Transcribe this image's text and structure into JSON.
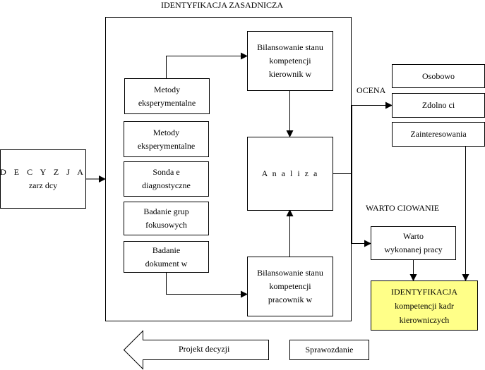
{
  "title": "IDENTYFIKACJA ZASADNICZA",
  "decision": {
    "line1": "D E C Y Z J A",
    "line2": "zarz dcy"
  },
  "methods": [
    {
      "line1": "Metody",
      "line2": "eksperymentalne"
    },
    {
      "line1": "Metody",
      "line2": "eksperymentalne"
    },
    {
      "line1": "Sonda e",
      "line2": "diagnostyczne"
    },
    {
      "line1": "Badanie grup",
      "line2": "fokusowych"
    },
    {
      "line1": "Badanie",
      "line2": "dokument  w"
    }
  ],
  "balance_managers": {
    "line1": "Bilansowanie stanu",
    "line2": "kompetencji",
    "line3": "kierownik  w"
  },
  "analysis": {
    "label": "A n a l i z a"
  },
  "balance_workers": {
    "line1": "Bilansowanie stanu",
    "line2": "kompetencji",
    "line3": "pracownik  w"
  },
  "assessment": {
    "label": "OCENA",
    "items": [
      "Osobowo",
      "Zdolno ci",
      "Zainteresowania"
    ]
  },
  "valuation": {
    "label": "WARTO  CIOWANIE",
    "box": {
      "line1": "Warto",
      "line2": "wykonanej pracy"
    }
  },
  "identification": {
    "line1": "IDENTYFIKACJA",
    "line2": "kompetencji kadr",
    "line3": "kierowniczych",
    "fill": "#ffff88"
  },
  "decision_project": {
    "label": "Projekt decyzji"
  },
  "report": {
    "label": "Sprawozdanie"
  }
}
